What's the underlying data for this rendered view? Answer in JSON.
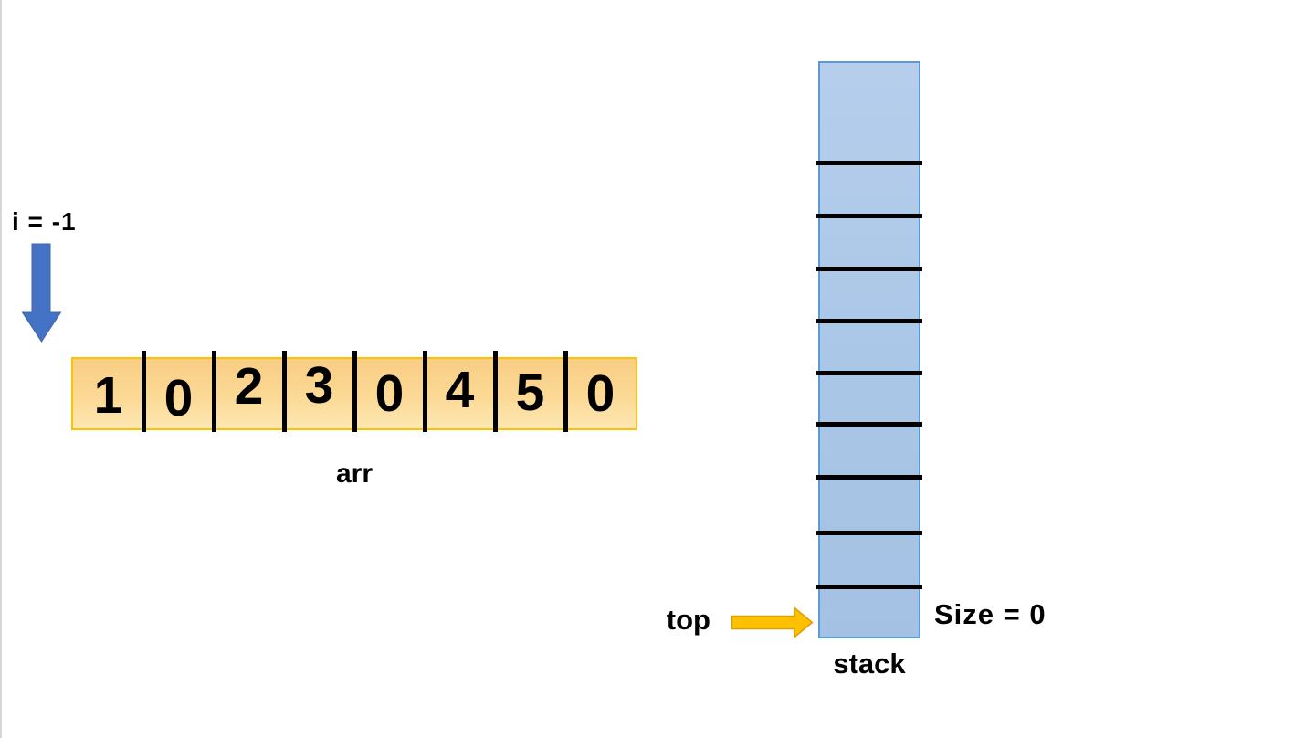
{
  "colors": {
    "background": "#ffffff",
    "array_fill_top": "#F9CD84",
    "array_fill_bottom": "#FDE7B2",
    "array_border": "#FFC000",
    "stack_fill": "#ADC8E8",
    "stack_border": "#5B9BD5",
    "divider": "#000000",
    "blue_arrow": "#4472C4",
    "blue_arrow_outline": "#3C67AE",
    "gold_arrow": "#FFC000",
    "gold_arrow_outline": "#D99E00",
    "text": "#000000"
  },
  "pointer": {
    "label": "i = -1"
  },
  "array": {
    "label": "arr",
    "cells": [
      "1",
      "0",
      "2",
      "3",
      "0",
      "4",
      "5",
      "0"
    ]
  },
  "stack": {
    "label": "stack",
    "top_label": "top",
    "size_label": "Size = 0",
    "cell_count": 10
  }
}
